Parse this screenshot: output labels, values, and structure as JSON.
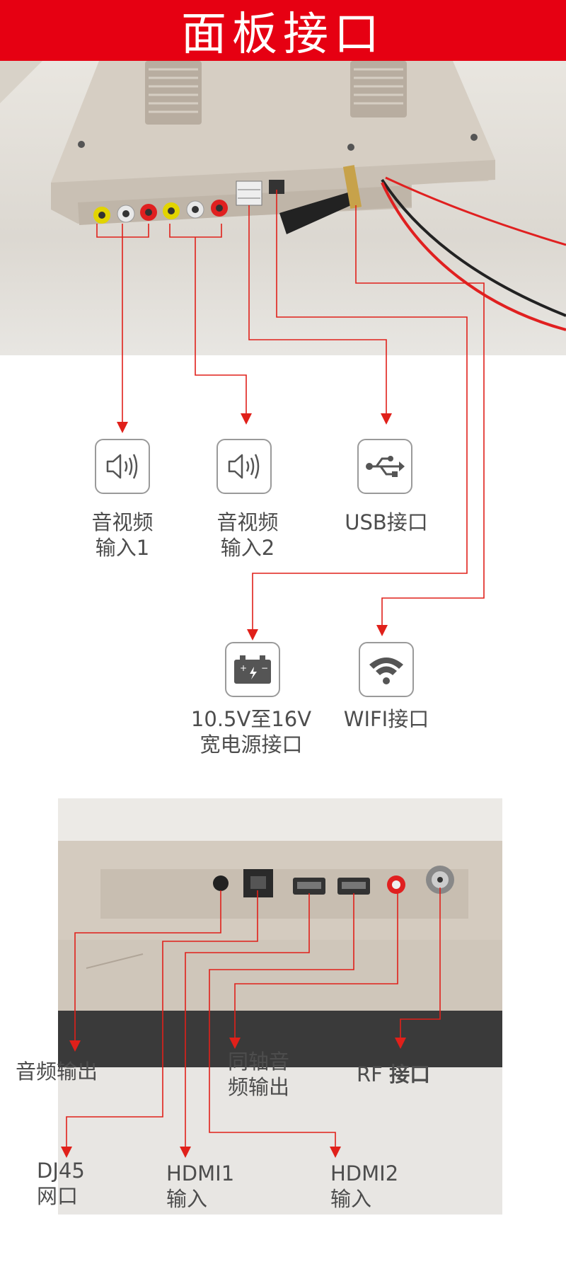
{
  "header": {
    "title": "面板接口"
  },
  "top_ports": [
    {
      "line1": "音视频",
      "line2": "输入1",
      "icon": "speaker-icon"
    },
    {
      "line1": "音视频",
      "line2": "输入2",
      "icon": "speaker-icon"
    },
    {
      "line1": "USB接口",
      "icon": "usb-icon"
    },
    {
      "line1": "10.5V至16V",
      "line2": "宽电源接口",
      "icon": "battery-icon"
    },
    {
      "line1": "WIFI接口",
      "icon": "wifi-icon"
    }
  ],
  "bottom_ports": {
    "audio_out": "音频输出",
    "coax_line1": "同轴音",
    "coax_line2": "频输出",
    "rf_prefix": "RF ",
    "rf_suffix": "接口",
    "dj45_line1": "DJ45",
    "dj45_line2": "网口",
    "hdmi1_line1": "HDMI1",
    "hdmi1_line2": "输入",
    "hdmi2_line1": "HDMI2",
    "hdmi2_line2": "输入"
  },
  "colors": {
    "accent": "#e60012",
    "line": "#e0201a",
    "icon_border": "#9a9a9a"
  }
}
